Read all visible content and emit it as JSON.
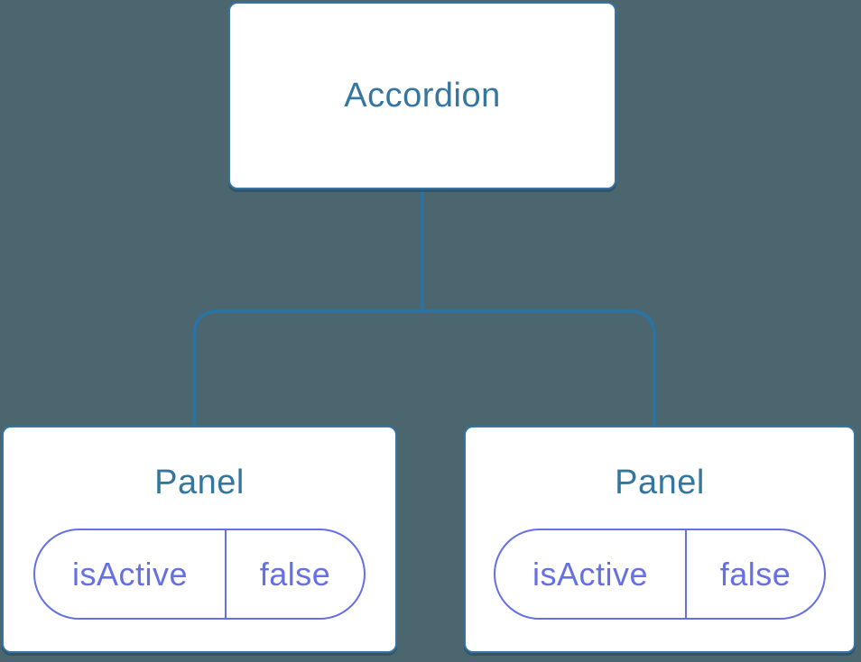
{
  "colors": {
    "background": "#4C6670",
    "node_fill": "#FFFFFF",
    "node_border": "#3874A3",
    "node_text": "#35769F",
    "connector": "#2B73A4",
    "state_accent": "#6470E4"
  },
  "tree": {
    "root": {
      "label": "Accordion"
    },
    "children": [
      {
        "label": "Panel",
        "state": {
          "key": "isActive",
          "value": "false"
        }
      },
      {
        "label": "Panel",
        "state": {
          "key": "isActive",
          "value": "false"
        }
      }
    ]
  }
}
